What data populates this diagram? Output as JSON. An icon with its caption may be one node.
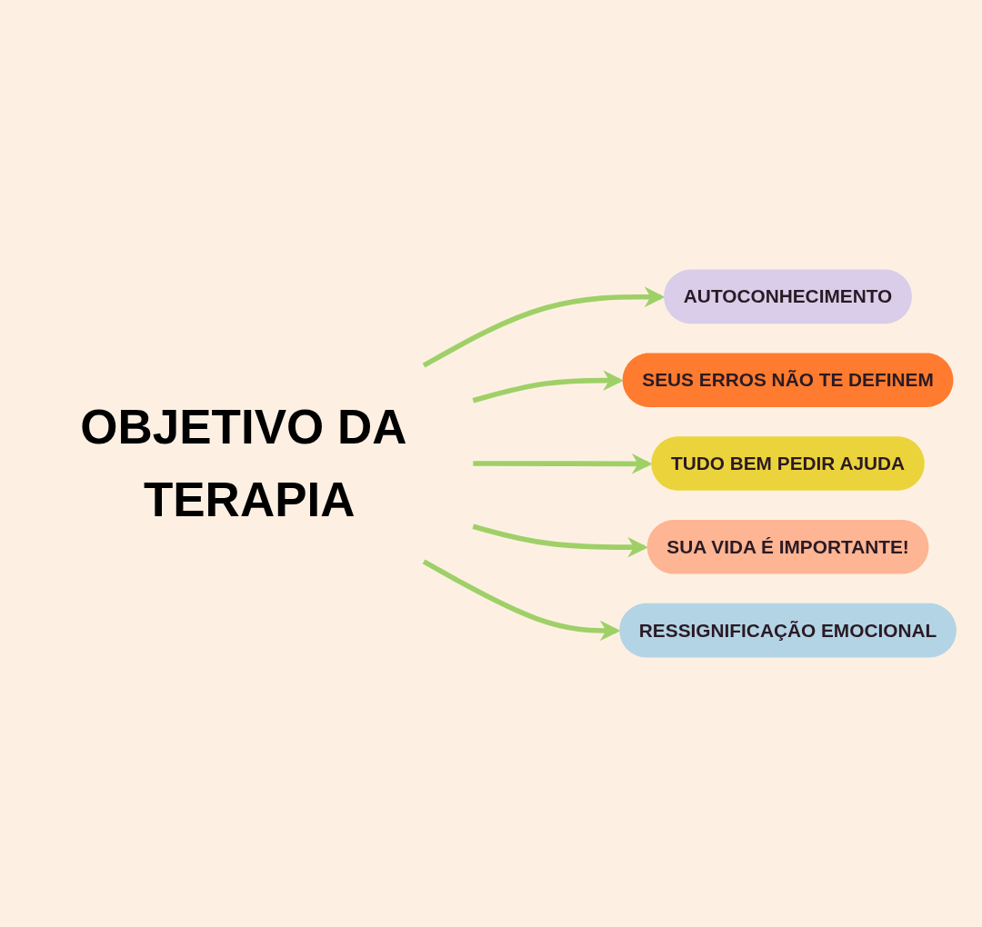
{
  "diagram": {
    "nodes": [
      {
        "text": [
          "AUTOCONHECIMENTO"
        ]
      },
      {
        "text": [
          "SEUS ERROS NÃO TE DEFINEM"
        ]
      },
      {
        "text": [
          "OBJETIVO DA TERAPIA"
        ]
      },
      {
        "text": [
          "TUDO BEM PEDIR AJUDA"
        ]
      },
      {
        "text": [
          "SUA VIDA É IMPORTANTE!"
        ]
      },
      {
        "text": [
          "RESSIGNIFICAÇÃO EMOCIONAL"
        ]
      }
    ],
    "edges": [
      {
        "from": 2,
        "to": 0,
        "arrow": "to"
      },
      {
        "from": 2,
        "to": 1,
        "arrow": "to"
      },
      {
        "from": 2,
        "to": 3,
        "arrow": "to"
      },
      {
        "from": 2,
        "to": 4,
        "arrow": "to"
      },
      {
        "from": 2,
        "to": 5,
        "arrow": "to"
      }
    ]
  }
}
